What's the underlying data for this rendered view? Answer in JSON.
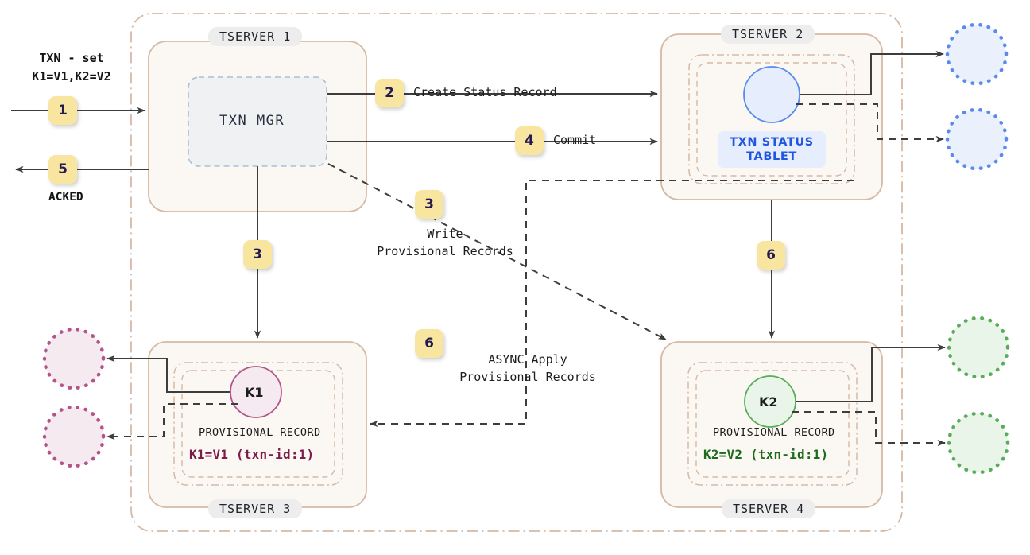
{
  "diagram": {
    "title": "Distributed Transaction Flow",
    "colors": {
      "badge_bg": "#f8e6a0",
      "badge_text": "#231a52",
      "tserver_fill": "#fbf8f4",
      "tserver_stroke": "#d6b9a4",
      "tablet_stroke": "#d6b9a4",
      "txnmgr_fill": "#eff1f2",
      "txnmgr_stroke": "#a8bfd6",
      "blue_accent": "#2255e0",
      "blue_replica_fill": "#eaf0fc",
      "blue_replica_stroke": "#5b8bea",
      "pink_fill": "#f6eaf1",
      "pink_stroke": "#b4548a",
      "green_fill": "#e9f5e9",
      "green_stroke": "#5aab5a",
      "line": "#3d3d3d",
      "outer_boundary": "#d6b9a4"
    }
  },
  "client": {
    "request_label": "TXN - set\nK1=V1,K2=V2",
    "ack_label": "ACKED"
  },
  "steps": [
    {
      "num": "1",
      "label": ""
    },
    {
      "num": "2",
      "label": "Create Status Record"
    },
    {
      "num": "3",
      "label": ""
    },
    {
      "num": "3b",
      "label": "Write\nProvisional Records"
    },
    {
      "num": "4",
      "label": "Commit"
    },
    {
      "num": "5",
      "label": ""
    },
    {
      "num": "6",
      "label": ""
    },
    {
      "num": "6b",
      "label": "ASYNC Apply\nProvisional Records"
    }
  ],
  "badges": {
    "step1": "1",
    "step2": "2",
    "step3_vertical": "3",
    "step3_write": "3",
    "step4": "4",
    "step5": "5",
    "step6_vertical": "6",
    "step6_async": "6"
  },
  "edge_labels": {
    "create_status_record": "Create Status Record",
    "commit": "Commit",
    "write_provisional": "Write\nProvisional Records",
    "async_apply": "ASYNC Apply\nProvisional Records"
  },
  "tservers": [
    {
      "id": "tserver1",
      "tag": "TSERVER 1",
      "inner_label": "TXN MGR"
    },
    {
      "id": "tserver2",
      "tag": "TSERVER 2",
      "chip_label": "TXN STATUS\nTABLET"
    },
    {
      "id": "tserver3",
      "tag": "TSERVER 3",
      "key": "K1",
      "provisional_title": "PROVISIONAL RECORD",
      "provisional_value": "K1=V1 (txn-id:1)"
    },
    {
      "id": "tserver4",
      "tag": "TSERVER 4",
      "key": "K2",
      "provisional_title": "PROVISIONAL RECORD",
      "provisional_value": "K2=V2 (txn-id:1)"
    }
  ],
  "replicas": {
    "tserver2_count": 2,
    "tserver3_count": 2,
    "tserver4_count": 2
  }
}
